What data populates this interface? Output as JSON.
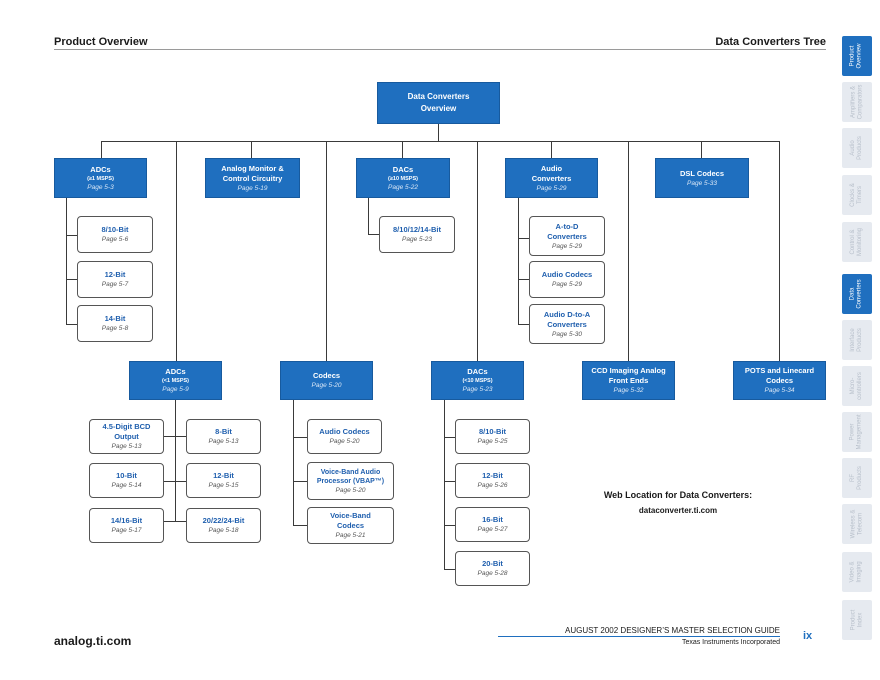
{
  "header": {
    "left": "Product Overview",
    "right": "Data Converters Tree"
  },
  "tree": {
    "root": {
      "title": "Data Converters Overview"
    },
    "top": [
      {
        "title": "ADCs",
        "sub": "(≥1 MSPS)",
        "page": "Page 5-3"
      },
      {
        "title": "Analog Monitor & Control Circuitry",
        "page": "Page 5-19"
      },
      {
        "title": "DACs",
        "sub": "(≥10 MSPS)",
        "page": "Page 5-22"
      },
      {
        "title": "Audio Converters",
        "page": "Page 5-29"
      },
      {
        "title": "DSL Codecs",
        "page": "Page 5-33"
      }
    ],
    "adc_fast_children": [
      {
        "title": "8/10-Bit",
        "page": "Page 5-6"
      },
      {
        "title": "12-Bit",
        "page": "Page 5-7"
      },
      {
        "title": "14-Bit",
        "page": "Page 5-8"
      }
    ],
    "dac_fast_children": [
      {
        "title": "8/10/12/14-Bit",
        "page": "Page 5-23"
      }
    ],
    "audio_children": [
      {
        "title": "A-to-D Converters",
        "page": "Page 5-29"
      },
      {
        "title": "Audio Codecs",
        "page": "Page 5-29"
      },
      {
        "title": "Audio D-to-A Converters",
        "page": "Page 5-30"
      }
    ],
    "mid": [
      {
        "title": "ADCs",
        "sub": "(<1 MSPS)",
        "page": "Page 5-9"
      },
      {
        "title": "Codecs",
        "page": "Page 5-20"
      },
      {
        "title": "DACs",
        "sub": "(<10 MSPS)",
        "page": "Page 5-23"
      },
      {
        "title": "CCD Imaging Analog Front Ends",
        "page": "Page 5-32"
      },
      {
        "title": "POTS and Linecard Codecs",
        "page": "Page 5-34"
      }
    ],
    "adc_slow_left": [
      {
        "title": "4.5-Digit BCD Output",
        "page": "Page 5-13"
      },
      {
        "title": "10-Bit",
        "page": "Page 5-14"
      },
      {
        "title": "14/16-Bit",
        "page": "Page 5-17"
      }
    ],
    "adc_slow_right": [
      {
        "title": "8-Bit",
        "page": "Page 5-13"
      },
      {
        "title": "12-Bit",
        "page": "Page 5-15"
      },
      {
        "title": "20/22/24-Bit",
        "page": "Page 5-18"
      }
    ],
    "codec_children": [
      {
        "title": "Audio Codecs",
        "page": "Page 5-20"
      },
      {
        "title": "Voice-Band Audio Processor (VBAP™)",
        "page": "Page 5-20"
      },
      {
        "title": "Voice-Band Codecs",
        "page": "Page 5-21"
      }
    ],
    "dac_slow_children": [
      {
        "title": "8/10-Bit",
        "page": "Page 5-25"
      },
      {
        "title": "12-Bit",
        "page": "Page 5-26"
      },
      {
        "title": "16-Bit",
        "page": "Page 5-27"
      },
      {
        "title": "20-Bit",
        "page": "Page 5-28"
      }
    ]
  },
  "web": {
    "label": "Web Location for Data Converters:",
    "url": "dataconverter.ti.com"
  },
  "sidebar": {
    "tabs": [
      {
        "label": "Product\nOverview",
        "active": true
      },
      {
        "label": "Amplifiers &\nComparators"
      },
      {
        "label": "Audio\nProducts"
      },
      {
        "label": "Clocks &\nTimers"
      },
      {
        "label": "Control &\nMonitoring"
      },
      {
        "label": "Data\nConverters",
        "active": true
      },
      {
        "label": "Interface\nProducts"
      },
      {
        "label": "Micro-\ncontrollers"
      },
      {
        "label": "Power\nManagement"
      },
      {
        "label": "RF\nProducts"
      },
      {
        "label": "Wireless &\nTelecom"
      },
      {
        "label": "Video &\nImaging"
      },
      {
        "label": "Product\nIndex"
      }
    ]
  },
  "footer": {
    "url": "analog.ti.com",
    "guide": "AUGUST 2002 DESIGNER’S MASTER SELECTION GUIDE",
    "company": "Texas Instruments Incorporated",
    "page": "ix"
  },
  "colors": {
    "accent": "#1f6fbf",
    "link": "#1f5fae"
  }
}
